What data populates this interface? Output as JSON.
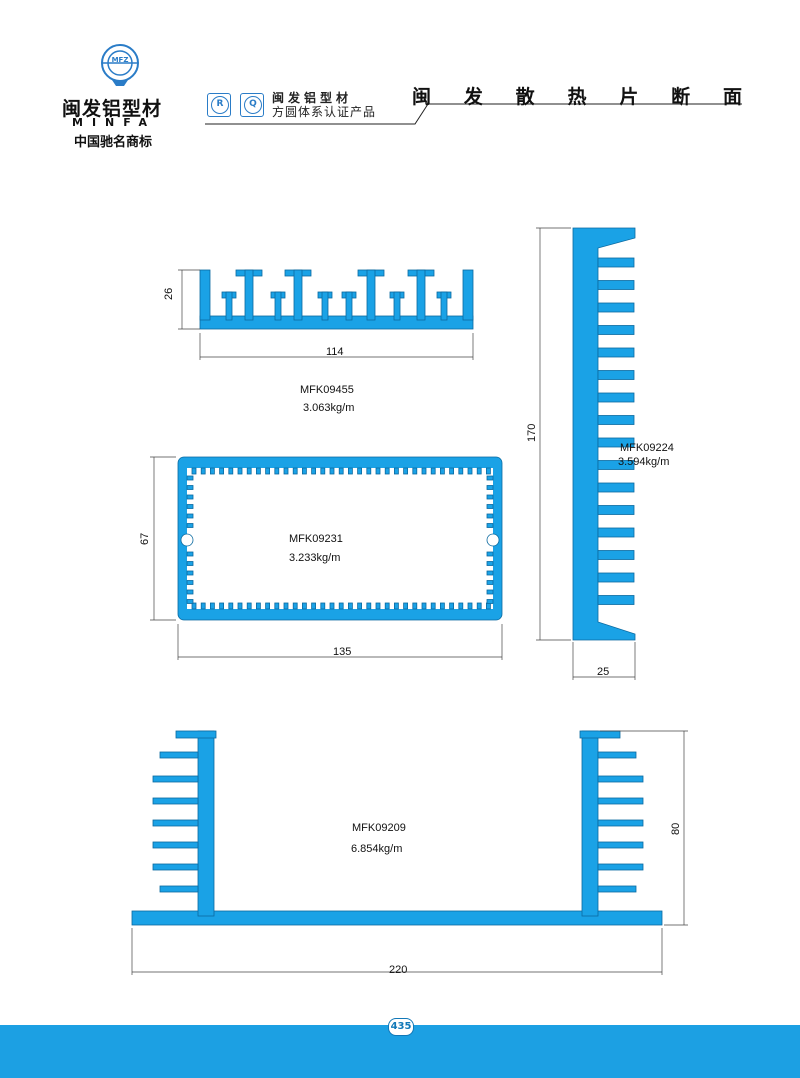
{
  "header": {
    "brand_cn": "闽发铝型材",
    "brand_en": "MINFA",
    "slogan": "中国驰名商标",
    "logo_mark": "MFZ",
    "cert_r": "R",
    "cert_q": "Q",
    "cert_brand": "闽发铝型材",
    "cert_text": "方圆体系认证产品",
    "title_chars": [
      "闽",
      "发",
      "散",
      "热",
      "片",
      "断",
      "面"
    ]
  },
  "profiles": [
    {
      "code": "MFK09455",
      "weight": "3.063kg/m",
      "width_dim": "114",
      "height_dim": "26"
    },
    {
      "code": "MFK09231",
      "weight": "3.233kg/m",
      "width_dim": "135",
      "height_dim": "67"
    },
    {
      "code": "MFK09224",
      "weight": "3.594kg/m",
      "width_dim": "25",
      "height_dim": "170"
    },
    {
      "code": "MFK09209",
      "weight": "6.854kg/m",
      "width_dim": "220",
      "height_dim": "80"
    }
  ],
  "colors": {
    "profile_fill": "#1aa2e6",
    "footer": "#1ca0e3"
  },
  "footer": {
    "page": "435"
  }
}
